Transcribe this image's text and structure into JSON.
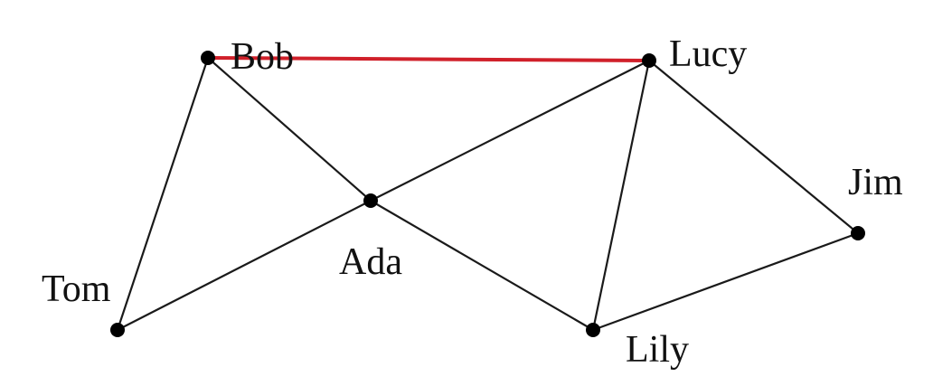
{
  "graph": {
    "nodes": [
      {
        "id": "bob",
        "label": "Bob"
      },
      {
        "id": "lucy",
        "label": "Lucy"
      },
      {
        "id": "ada",
        "label": "Ada"
      },
      {
        "id": "jim",
        "label": "Jim"
      },
      {
        "id": "tom",
        "label": "Tom"
      },
      {
        "id": "lily",
        "label": "Lily"
      }
    ],
    "edges": [
      {
        "from": "bob",
        "to": "lucy",
        "highlighted": true
      },
      {
        "from": "bob",
        "to": "tom",
        "highlighted": false
      },
      {
        "from": "bob",
        "to": "ada",
        "highlighted": false
      },
      {
        "from": "ada",
        "to": "lucy",
        "highlighted": false
      },
      {
        "from": "ada",
        "to": "tom",
        "highlighted": false
      },
      {
        "from": "ada",
        "to": "lily",
        "highlighted": false
      },
      {
        "from": "lucy",
        "to": "lily",
        "highlighted": false
      },
      {
        "from": "lucy",
        "to": "jim",
        "highlighted": false
      },
      {
        "from": "lily",
        "to": "jim",
        "highlighted": false
      }
    ]
  },
  "colors": {
    "edge": "#1a1a1a",
    "highlight_edge": "#d0202a",
    "node": "#000000"
  }
}
